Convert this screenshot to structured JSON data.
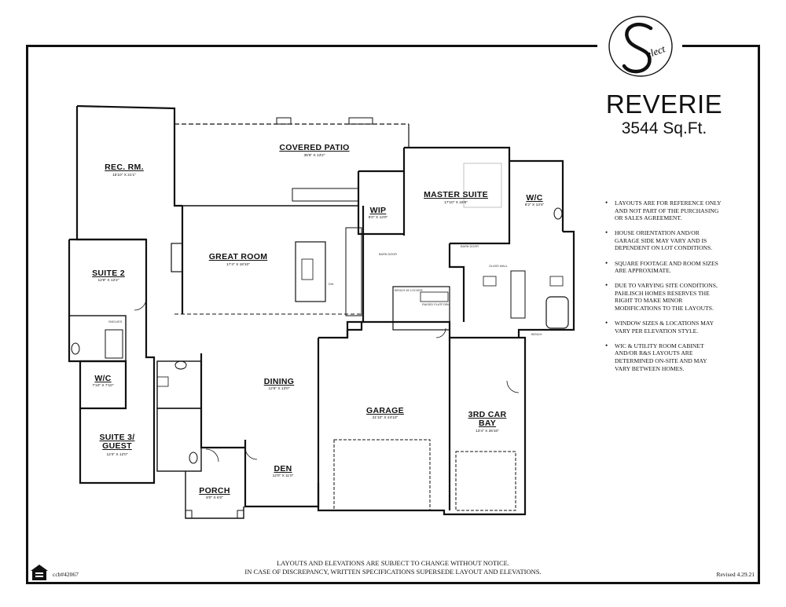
{
  "brand": {
    "logo_text": "Select"
  },
  "header": {
    "title": "REVERIE",
    "subtitle": "3544 Sq.Ft."
  },
  "notes": [
    "LAYOUTS ARE FOR REFERENCE ONLY AND NOT PART OF THE PURCHASING OR SALES AGREEMENT.",
    "HOUSE ORIENTATION AND/OR GARAGE SIDE MAY VARY AND IS DEPENDENT ON LOT CONDITIONS.",
    "SQUARE FOOTAGE AND ROOM SIZES ARE APPROXIMATE.",
    "DUE TO VARYING SITE CONDITIONS, PAHLISCH HOMES RESERVES THE RIGHT TO MAKE MINOR MODIFICATIONS TO THE LAYOUTS.",
    "WINDOW SIZES & LOCATIONS MAY VARY PER ELEVATION STYLE.",
    "WIC & UTILITY ROOM CABINET AND/OR R&S LAYOUTS ARE DETERMINED ON-SITE AND MAY VARY BETWEEN HOMES."
  ],
  "footer": {
    "disclaimer_line1": "LAYOUTS AND ELEVATIONS ARE SUBJECT TO CHANGE WITHOUT NOTICE.",
    "disclaimer_line2": "IN CASE OF DISCREPANCY, WRITTEN SPECIFICATIONS SUPERSEDE LAYOUT AND ELEVATIONS.",
    "ccb": "ccb#42067",
    "revised": "Revised 4.29.21"
  },
  "rooms": {
    "rec_rm": {
      "name": "REC. RM.",
      "dim": "15'10\" X 21'1\""
    },
    "covered_patio": {
      "name": "COVERED PATIO",
      "dim": "35'6\" X 13'2\""
    },
    "master_suite": {
      "name": "MASTER SUITE",
      "dim": "17'10\" X 16'8\""
    },
    "wic_master": {
      "name": "W/C",
      "dim": "8'2\" X 13'4\""
    },
    "wip": {
      "name": "WIP",
      "dim": "6'0\" X 13'0\""
    },
    "great_room": {
      "name": "GREAT ROOM",
      "dim": "17'4\" X 18'10\""
    },
    "suite_2": {
      "name": "SUITE 2",
      "dim": "12'8\" X 12'2\""
    },
    "wic_2": {
      "name": "W/C",
      "dim": "7'10\" X 7'10\""
    },
    "suite_3": {
      "name": "SUITE 3/ GUEST",
      "dim": "12'4\" X 12'0\""
    },
    "dining": {
      "name": "DINING",
      "dim": "12'6\" X 13'0\""
    },
    "garage": {
      "name": "GARAGE",
      "dim": "21'10\" X 24'10\""
    },
    "third_car": {
      "name": "3RD CAR BAY",
      "dim": "13'4\" X 26'10\""
    },
    "den": {
      "name": "DEN",
      "dim": "12'0\" X 11'0\""
    },
    "porch": {
      "name": "PORCH",
      "dim": "9'0\" X 6'0\""
    }
  },
  "plan_labels": {
    "barn_door": "BARN DOOR",
    "bench": "BENCH W/ LOCKER",
    "raised": "RAISED PLATFORM",
    "shelves": "SHELVES",
    "dw": "DW",
    "glass_wall": "GLASS WALL",
    "bench2": "BENCH"
  }
}
